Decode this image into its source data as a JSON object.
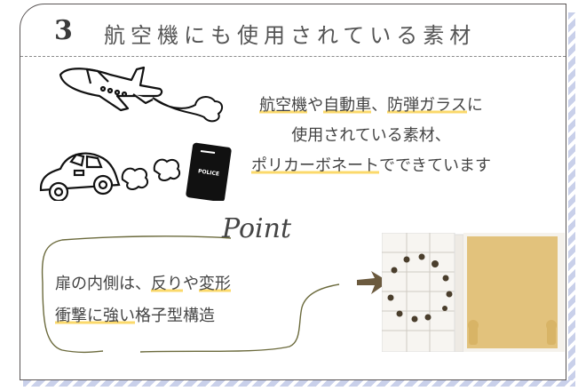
{
  "header": {
    "number": "3",
    "title": "航空機にも使用されている素材"
  },
  "illustrations": {
    "airplane": "airplane",
    "car": "car",
    "shield_label": "POLICE"
  },
  "description": {
    "line1_parts": [
      "航空機",
      "や",
      "自動車",
      "、",
      "防弾ガラス",
      "に"
    ],
    "line2": "使用されている素材、",
    "line3_parts": [
      "ポリカーボネート",
      "でできています"
    ]
  },
  "point": {
    "label": "Point",
    "line1_parts": [
      "扉の内側は、",
      "反り",
      "や",
      "変形"
    ],
    "line2_parts": [
      "衝撃に強い",
      "格子型構造"
    ]
  },
  "photo": {
    "alt": "case interior lattice structure"
  },
  "colors": {
    "highlight": "#fbd96b",
    "stripe": "#c9d0ea",
    "tray": "#e2c27c",
    "arrow": "#6b5a3e"
  }
}
